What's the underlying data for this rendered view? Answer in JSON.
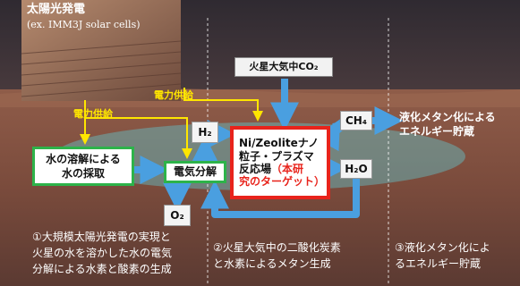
{
  "solar_panel": {
    "title": "太陽光発電",
    "subtitle": "(ex. IMM3J solar cells)"
  },
  "inputs": {
    "martian_co2": "火星大気中CO₂"
  },
  "power_labels": {
    "supply_upper": "電力供給",
    "supply_left": "電力供給"
  },
  "water_box": {
    "line1": "水の溶解による",
    "line2": "水の採取"
  },
  "electrolysis_box": "電気分解",
  "species": {
    "h2": "H₂",
    "o2": "O₂",
    "ch4": "CH₄",
    "h2o": "H₂O"
  },
  "reactor": {
    "line1": "Ni/Zeoliteナノ",
    "line2": "粒子・プラズマ",
    "line3_black": "反応場",
    "line3_red": "（本研",
    "line4_red": "究のターゲット）"
  },
  "output": {
    "line1": "液化メタン化による",
    "line2": "エネルギー貯蔵"
  },
  "captions": {
    "c1_l1": "①大規模太陽光発電の実現と",
    "c1_l2": "火星の水を溶かした水の電気",
    "c1_l3": "分解による水素と酸素の生成",
    "c2_l1": "②火星大気中の二酸化炭素",
    "c2_l2": "と水素によるメタン生成",
    "c3_l1": "③液化メタン化によ",
    "c3_l2": "るエネルギー貯蔵"
  },
  "colors": {
    "arrow_blue": "#4a9fe0",
    "power_yellow": "#ffe600",
    "reactor_red": "#e8231b",
    "box_green": "#2db34a",
    "sky": "#3a3035",
    "ground": "#8a5a48"
  }
}
